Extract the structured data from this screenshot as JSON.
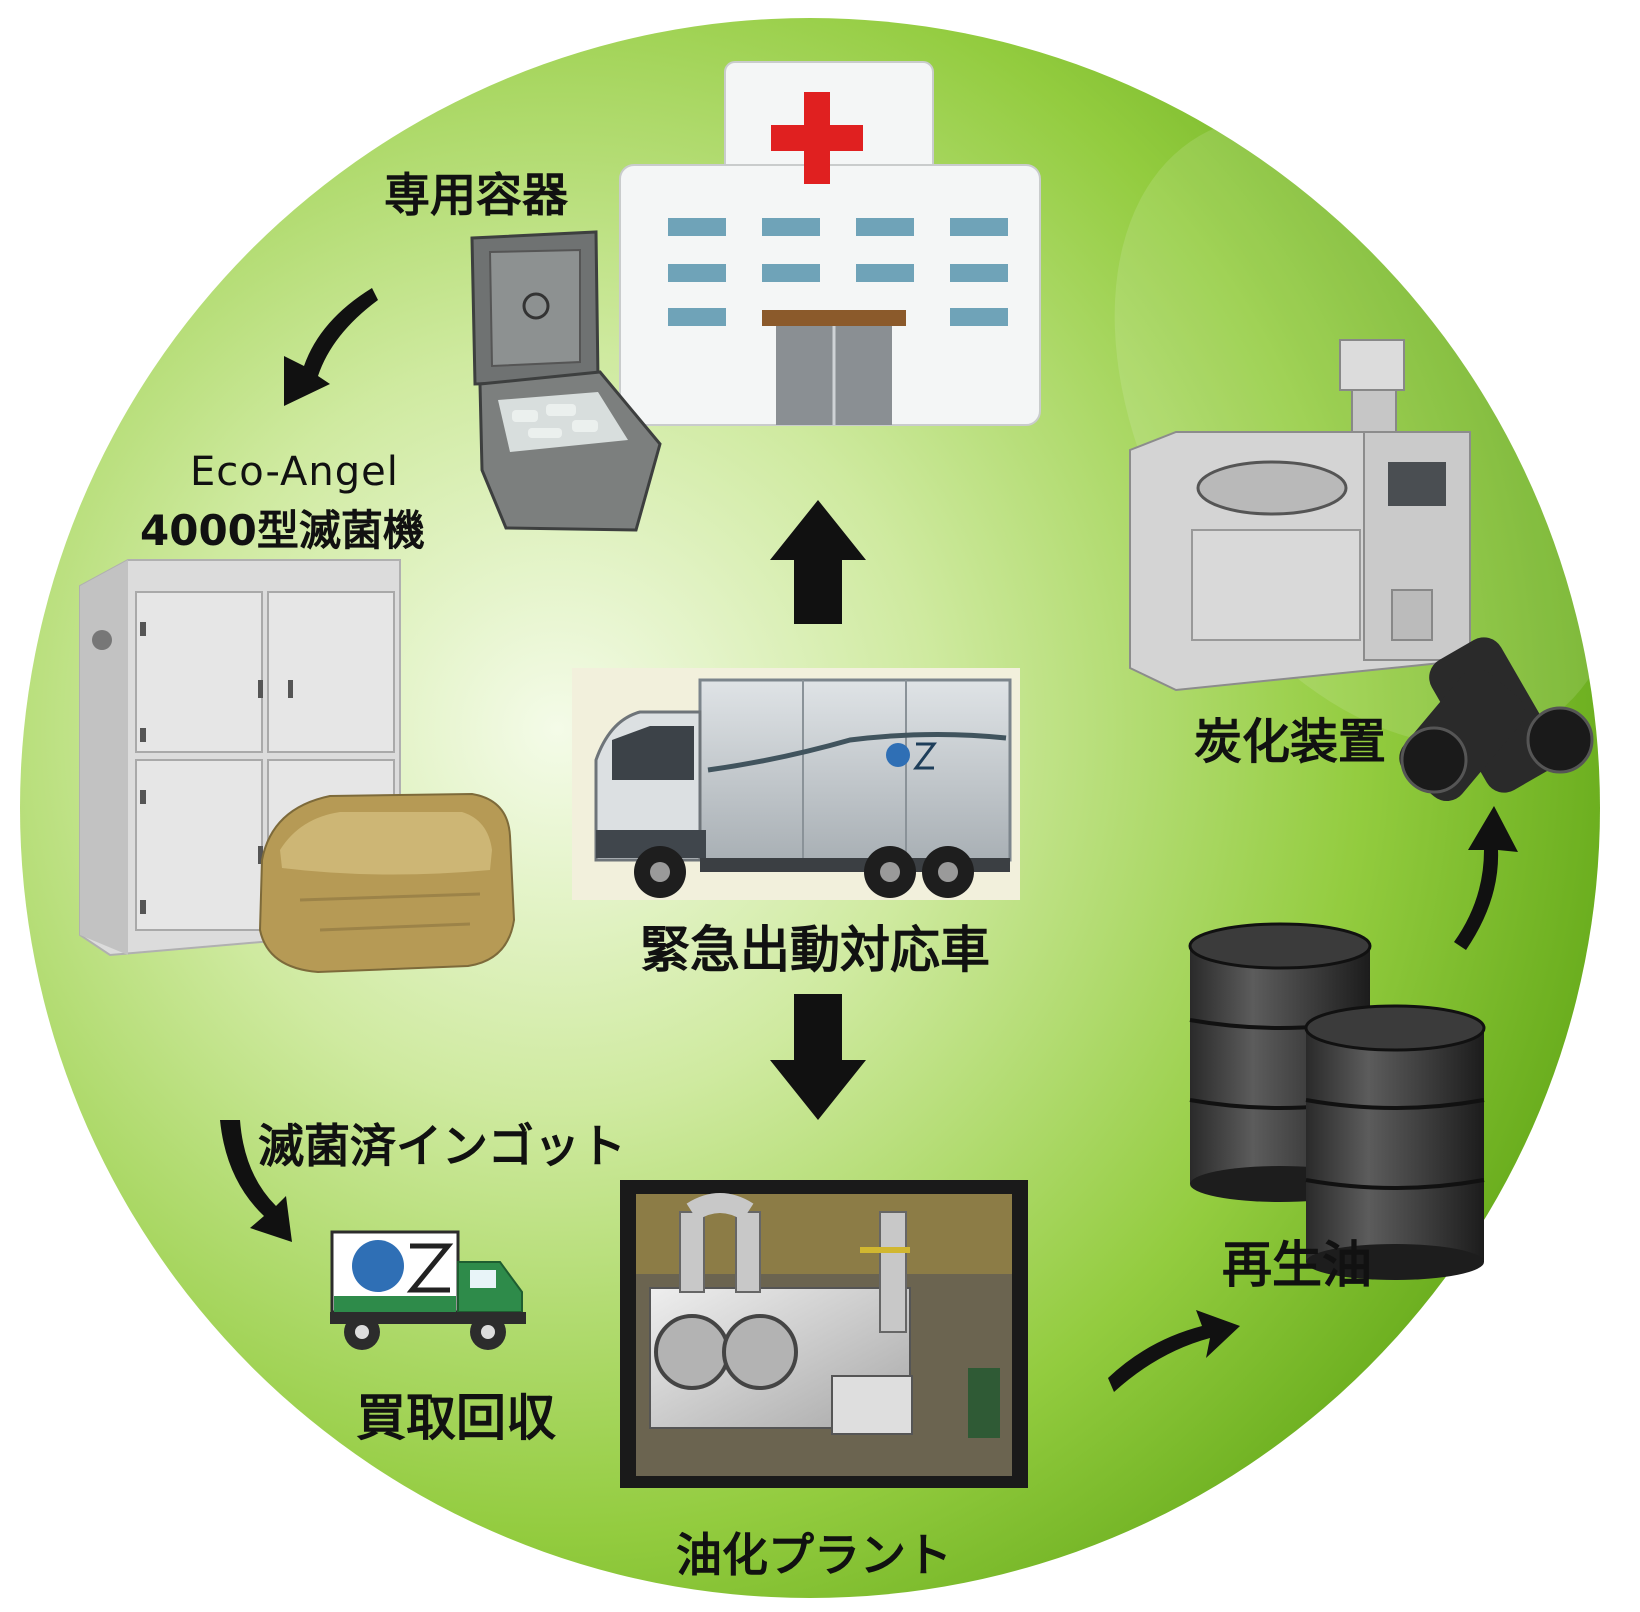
{
  "labels": {
    "container": "専用容器",
    "eco_angel_line1": "Eco-Angel",
    "eco_angel_line2": "4000型滅菌機",
    "emergency_truck": "緊急出動対応車",
    "ingot": "滅菌済インゴット",
    "collection": "買取回収",
    "oil_plant": "油化プラント",
    "recycled_oil": "再生油",
    "carbonizer": "炭化装置"
  },
  "logo_text": "OZ",
  "colors": {
    "circle_light": "#eef8dd",
    "circle_mid": "#a9d85c",
    "circle_dark": "#6cb21e",
    "hospital_cross": "#e02020",
    "window_blue": "#6fa3b8",
    "arrow": "#111111"
  }
}
